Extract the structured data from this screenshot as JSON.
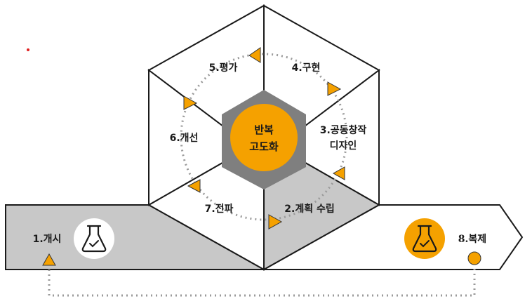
{
  "center": {
    "line1": "반복",
    "line2": "고도화"
  },
  "steps": {
    "s1": "1.개시",
    "s2": "2.계획 수립",
    "s3_line1": "3.공동창작",
    "s3_line2": "디자인",
    "s4": "4.구현",
    "s5": "5.평가",
    "s6": "6.개선",
    "s7": "7.전파",
    "s8": "8.복제"
  },
  "icons": {
    "start": "flask-check-icon",
    "end": "flask-check-icon"
  },
  "colors": {
    "accent": "#F5A100",
    "gray_dark": "#7F7F7F",
    "gray_light": "#C8C8C8",
    "dot_line": "#9A9A9A"
  }
}
